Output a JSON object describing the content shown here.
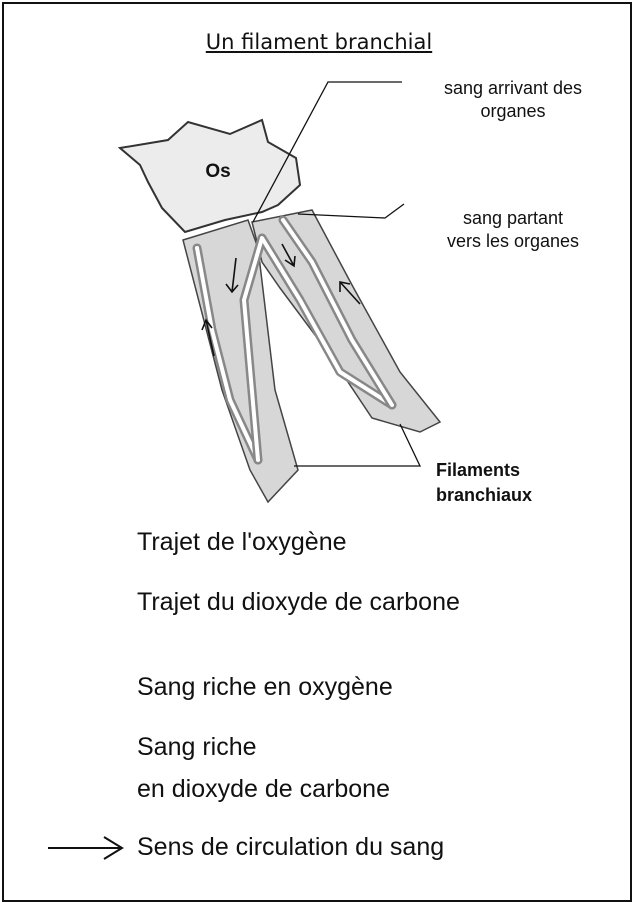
{
  "title": "Un filament branchial",
  "labels": {
    "bone": "Os",
    "blood_in": [
      "sang arrivant des",
      "organes"
    ],
    "blood_out": [
      "sang partant",
      "vers les organes"
    ],
    "filaments": [
      "Filaments",
      "branchiaux"
    ]
  },
  "legend": [
    "Trajet de l'oxygène",
    "Trajet du dioxyde de carbone",
    "Sang riche en oxygène",
    "Sang riche",
    "en dioxyde de carbone",
    "Sens de circulation du sang"
  ]
}
